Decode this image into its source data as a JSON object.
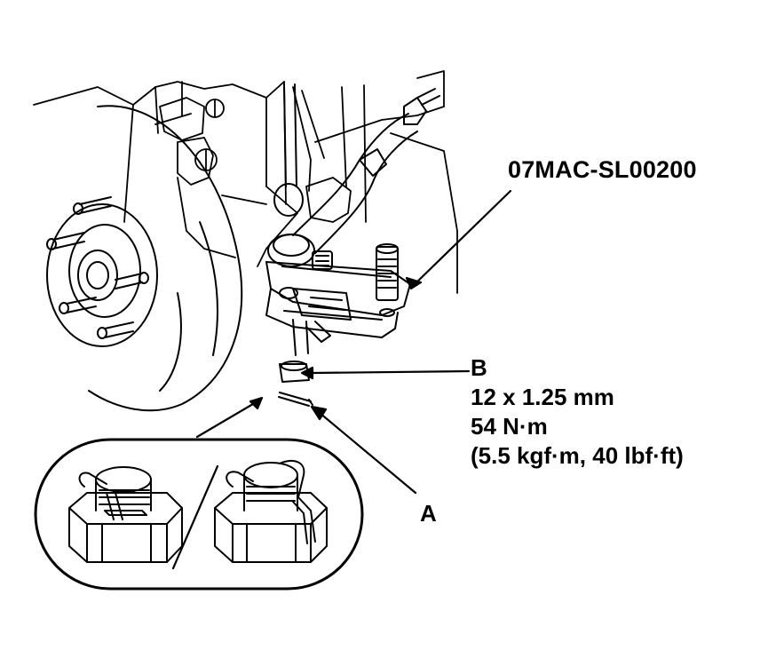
{
  "labels": {
    "tool": "07MAC-SL00200",
    "b": "B",
    "a": "A"
  },
  "spec": {
    "size": "12 x 1.25 mm",
    "torque": "54 N·m",
    "torque_alt": "(5.5 kgf·m, 40 lbf·ft)"
  },
  "colors": {
    "ink": "#000000",
    "paper": "#ffffff"
  }
}
